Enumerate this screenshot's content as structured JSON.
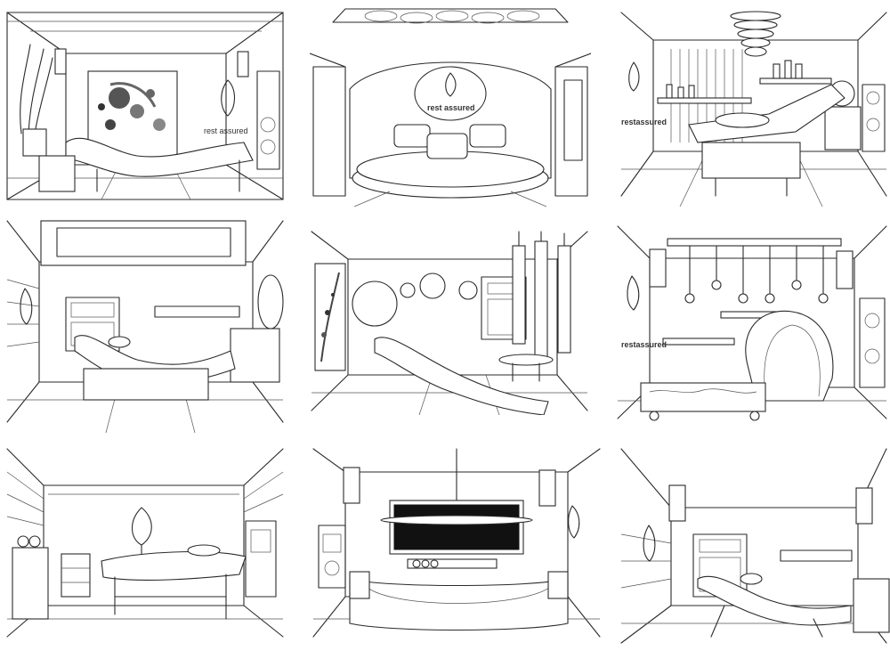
{
  "panels": [
    {
      "id": 1,
      "room": "chaise-lounge-with-ink-art",
      "brand_text": "rest assured"
    },
    {
      "id": 2,
      "room": "round-bed-with-dome-ceiling",
      "brand_text": "rest assured"
    },
    {
      "id": 3,
      "room": "treatment-table-with-chandelier",
      "brand_text": "restassured"
    },
    {
      "id": 4,
      "room": "chaise-lounge-with-skylight",
      "brand_text": ""
    },
    {
      "id": 5,
      "room": "chaise-with-circle-wall-art",
      "brand_text": ""
    },
    {
      "id": 6,
      "room": "wood-bench-with-pendant-bulbs",
      "brand_text": "restassured"
    },
    {
      "id": 7,
      "room": "massage-table-with-leaf-sculpture",
      "brand_text": ""
    },
    {
      "id": 8,
      "room": "sofa-with-tv-wall",
      "brand_text": ""
    },
    {
      "id": 9,
      "room": "chaise-lounge-corner-view",
      "brand_text": ""
    }
  ],
  "style": {
    "line_color": "#2a2a2a",
    "background": "#ffffff",
    "accent_gray": "#e6e6e6",
    "dark_fill": "#111111"
  }
}
